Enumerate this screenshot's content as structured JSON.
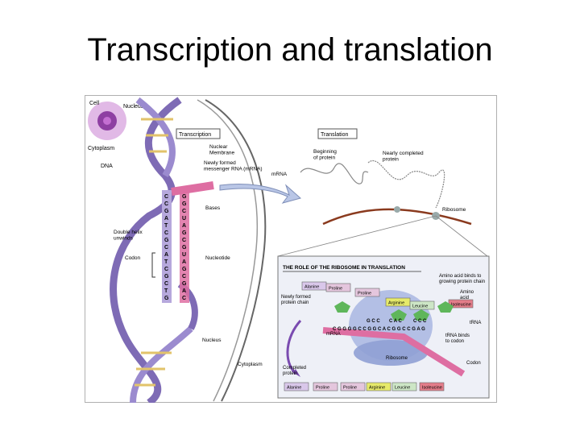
{
  "slide": {
    "title": "Transcription and translation"
  },
  "figure": {
    "cell_labels": {
      "cell": "Cell",
      "nucleus": "Nucleus",
      "cytoplasm": "Cytoplasm",
      "dna": "DNA"
    },
    "transcription": {
      "heading": "Transcription",
      "nuclear_membrane": "Nuclear\nMembrane",
      "newly_formed_mrna": "Newly formed\nmessenger RNA (mRNA)",
      "bases": "Bases",
      "double_helix_unwinds": "Double helix\nunwinds",
      "codon": "Codon",
      "nucleotide": "Nucleotide",
      "nucleus_bottom": "Nucleus",
      "cytoplasm_bottom": "Cytoplasm",
      "mrna_strand_letters": [
        "G",
        "G",
        "C",
        "U",
        "A",
        "G",
        "C",
        "G",
        "U",
        "A",
        "G",
        "C",
        "G",
        "A",
        "C"
      ],
      "dna_strand_letters": [
        "C",
        "C",
        "G",
        "A",
        "T",
        "C",
        "G",
        "C",
        "A",
        "T",
        "C",
        "G",
        "C",
        "T",
        "G"
      ]
    },
    "translation": {
      "heading": "Translation",
      "beginning_of_protein": "Beginning\nof protein",
      "nearly_completed_protein": "Nearly completed\nprotein",
      "mrna": "mRNA",
      "ribosome": "Ribosome"
    },
    "ribosome_role": {
      "heading": "THE ROLE OF THE RIBOSOME IN TRANSLATION",
      "amino_acid_binds": "Amino acid binds to\ngrowing protein chain",
      "amino_acid": "Amino\nacid",
      "newly_formed_chain": "Newly formed\nprotein chain",
      "trna": "tRNA",
      "mrna": "mRNA",
      "trna_binds": "tRNA binds\nto codon",
      "ribosome": "Ribosome",
      "codon": "Codon",
      "completed_protein": "Completed\nprotein",
      "chain_amino_acids": [
        "Alanine",
        "Proline",
        "Proline",
        "Arginine",
        "Leucine",
        "Isoleucine"
      ],
      "completed_amino_acids": [
        "Alanine",
        "Proline",
        "Proline",
        "Arginine",
        "Leucine",
        "Isoleucine"
      ],
      "mrna_letters": "C G G G G C C G G C A C G G C C G A G",
      "anticodons": [
        "G C C",
        "C A C",
        "C C C"
      ]
    }
  },
  "colors": {
    "dna_purple": "#7e6bb5",
    "mrna_pink": "#de6ea2",
    "protein_brown": "#8a3a1e",
    "trna_green": "#5fb65b",
    "ribosome_blue": "#a8b6e2",
    "arginine_yellow": "#e6ea6a",
    "isoleucine_red": "#e37d8a"
  }
}
